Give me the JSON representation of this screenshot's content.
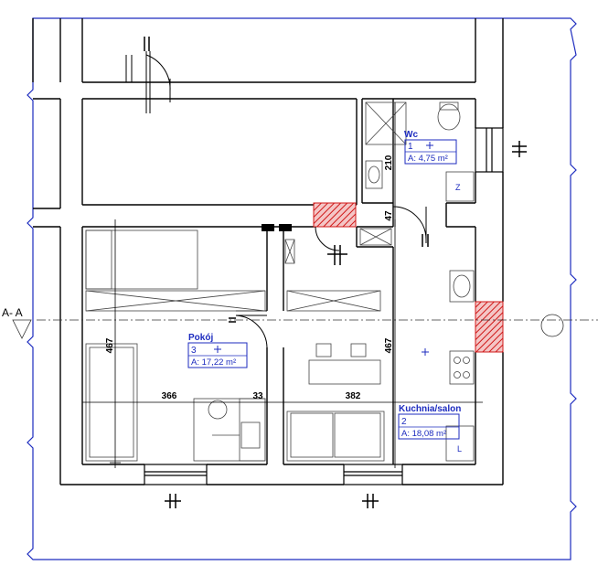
{
  "section": {
    "label": "A- A"
  },
  "rooms": [
    {
      "name": "Wc",
      "number": "1",
      "area": "A: 4,75 m²"
    },
    {
      "name": "Pokój",
      "number": "3",
      "area": "A: 17,22 m²"
    },
    {
      "name": "Kuchnia/salon",
      "number": "2",
      "area": "A: 18,08 m²"
    }
  ],
  "dimensions": {
    "wc_height": "210",
    "door_gap": "47",
    "pokoj_height": "467",
    "kitchen_height": "467",
    "pokoj_width": "366",
    "wall_thickness": "33",
    "kitchen_width": "382"
  },
  "markers": {
    "vent_z": "Z",
    "fridge_l": "L"
  },
  "colors": {
    "line": "#000000",
    "frame": "#1c2bbf",
    "room_label": "#1c2bbf",
    "hatch": "#d01818",
    "section_line": "#333333"
  }
}
